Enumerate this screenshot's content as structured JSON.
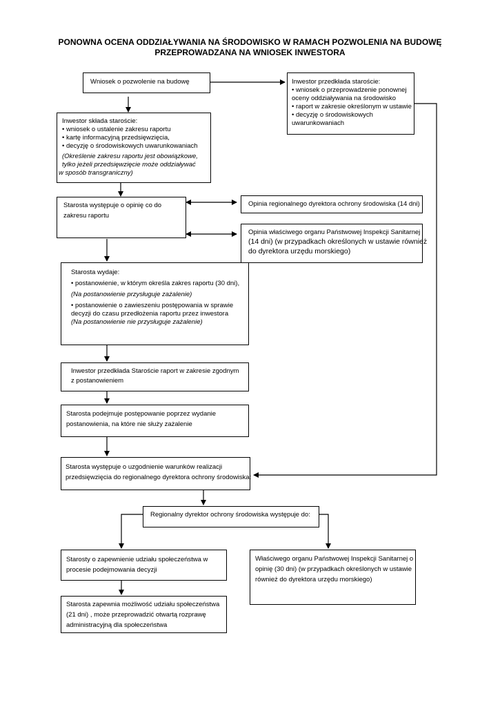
{
  "title": {
    "line1": "PONOWNA OCENA ODDZIAŁYWANIA NA ŚRODOWISKO W RAMACH POZWOLENIA NA BUDOWĘ",
    "line2": "PRZEPROWADZANA NA WNIOSEK INWESTORA"
  },
  "boxes": {
    "wniosek": "Wniosek o pozwolenie na budowę",
    "inwestor_przedklada": {
      "lines": [
        "Inwestor przedkłada staroście:",
        "• wniosek o przeprowadzenie ponownej",
        "oceny oddziaływania na środowisko",
        "• raport w zakresie określonym w ustawie",
        "• decyzję o środowiskowych",
        "uwarunkowaniach"
      ]
    },
    "inwestor_sklada": {
      "lines": [
        "Inwestor składa staroście:",
        "• wniosek o ustalenie zakresu raportu",
        "• kartę informacyjną przedsięwzięcia,",
        "• decyzję o środowiskowych uwarunkowaniach"
      ],
      "note": [
        "(Określenie zakresu raportu jest obowiązkowe,",
        "tylko jeżeli przedsięwzięcie może oddziaływać",
        "w sposób transgraniczny)"
      ]
    },
    "starosta_opinia": [
      "Starosta występuje o opinię co do",
      "zakresu raportu"
    ],
    "opinia_rdos": "Opinia regionalnego dyrektora ochrony środowiska (14 dni)",
    "opinia_pis": [
      "Opinia właściwego organu Państwowej Inspekcji Sanitarnej",
      "(14 dni) (w przypadkach określonych w ustawie również",
      "do dyrektora urzędu morskiego)"
    ],
    "starosta_wydaje": {
      "header": "Starosta  wydaje:",
      "item1": "• postanowienie, w którym określa zakres raportu (30 dni),",
      "item1_note": "(Na postanowienie przysługuje zażalenie)",
      "item2_a": "• postanowienie o zawieszeniu postępowania w sprawie",
      "item2_b": "decyzji do czasu przedłożenia raportu przez inwestora",
      "item2_note": "(Na postanowienie nie przysługuje zażalenie)"
    },
    "inwestor_raport": [
      "Inwestor przedkłada Staroście raport w zakresie zgodnym",
      "z postanowieniem"
    ],
    "starosta_podejmuje": [
      "Starosta podejmuje postępowanie poprzez wydanie",
      "postanowienia, na które nie służy zażalenie"
    ],
    "starosta_uzgodnienie": [
      "Starosta występuje o uzgodnienie warunków realizacji",
      "przedsięwzięcia do regionalnego dyrektora ochrony środowiska:"
    ],
    "rdos_wystepuje": "Regionalny dyrektor ochrony środowiska występuje do:",
    "starosty_zapewnienie": [
      "Starosty o zapewnienie udziału społeczeństwa w",
      "procesie podejmowania decyzji"
    ],
    "pis_opinia30": [
      "Właściwego organu Państwowej Inspekcji Sanitarnej o",
      "opinię (30 dni) (w przypadkach określonych w ustawie",
      "również do dyrektora urzędu morskiego)"
    ],
    "starosta_zapewnia": [
      "Starosta zapewnia możliwość udziału społeczeństwa",
      "(21 dni) , może przeprowadzić otwartą rozprawę",
      "administracyjną dla społeczeństwa"
    ]
  }
}
